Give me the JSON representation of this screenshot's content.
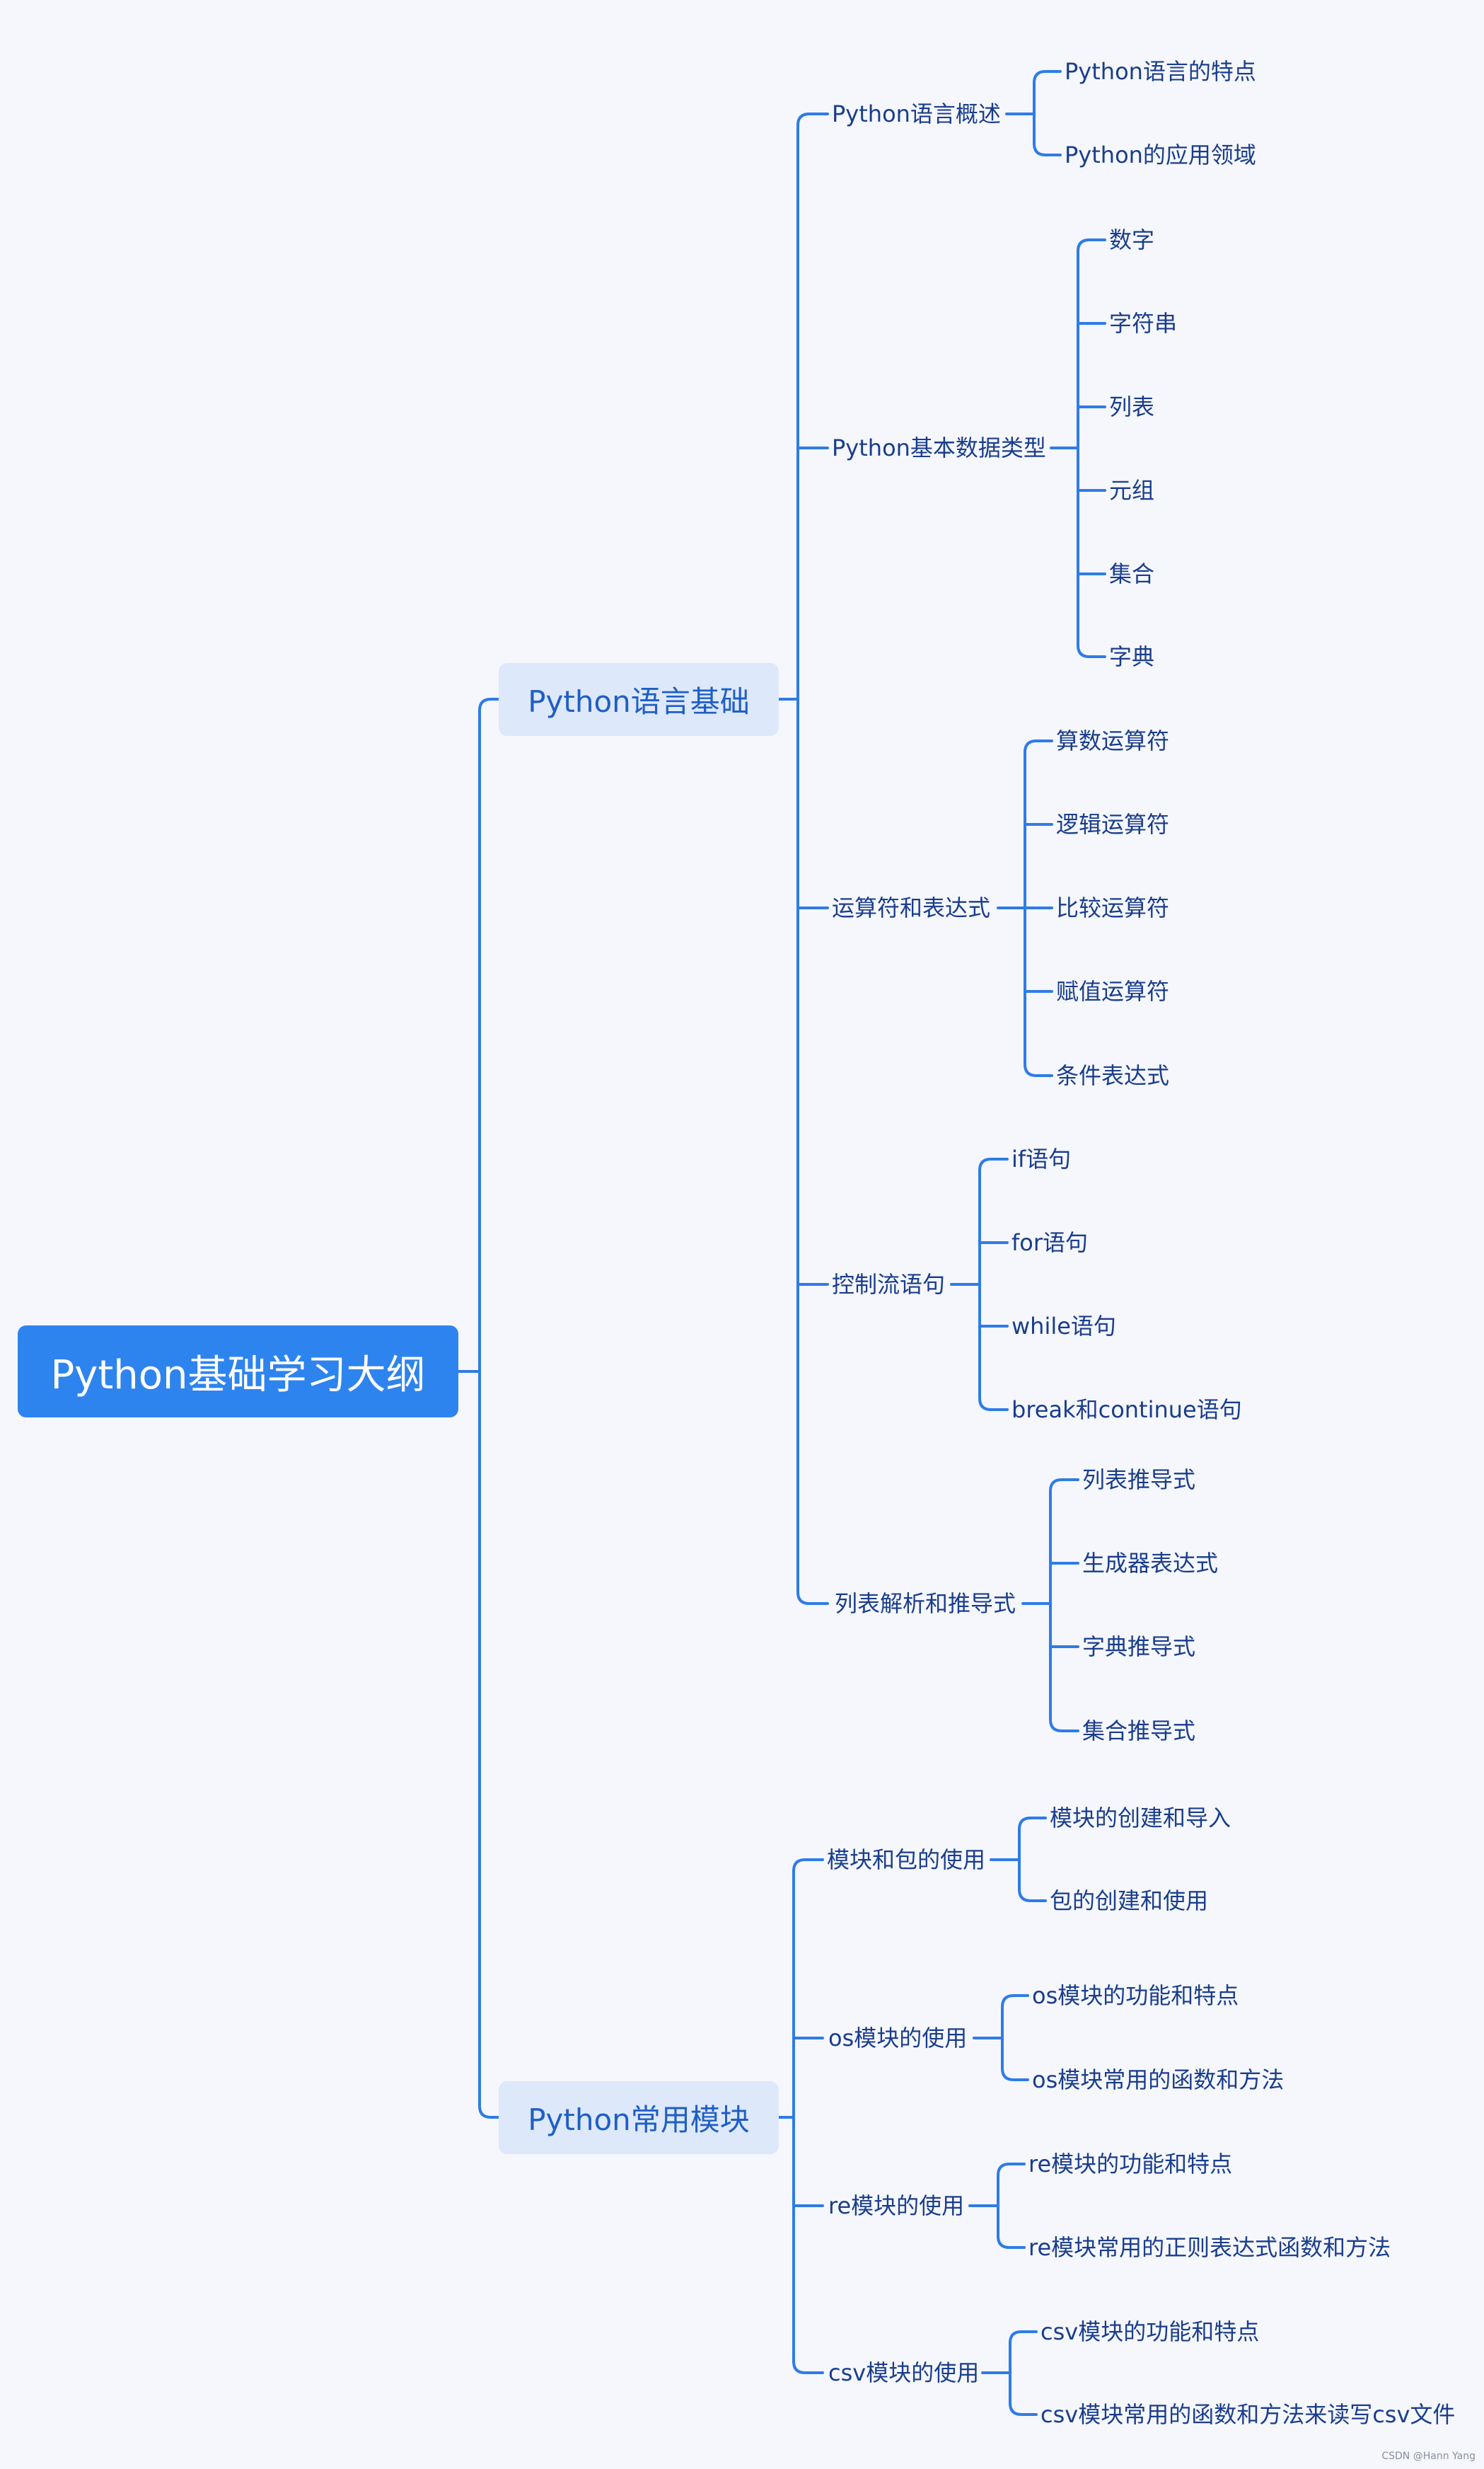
{
  "root": {
    "label": "Python基础学习大纲"
  },
  "colors": {
    "line": "#2e7ce6",
    "root_bg": "#2e84ee",
    "l1_bg": "#dde8fb"
  },
  "branches": [
    {
      "label": "Python语言基础",
      "children": [
        {
          "label": "Python语言概述",
          "children": [
            "Python语言的特点",
            "Python的应用领域"
          ]
        },
        {
          "label": "Python基本数据类型",
          "children": [
            "数字",
            "字符串",
            "列表",
            "元组",
            "集合",
            "字典"
          ]
        },
        {
          "label": "运算符和表达式",
          "children": [
            "算数运算符",
            "逻辑运算符",
            "比较运算符",
            "赋值运算符",
            "条件表达式"
          ]
        },
        {
          "label": "控制流语句",
          "children": [
            "if语句",
            "for语句",
            "while语句",
            "break和continue语句"
          ]
        },
        {
          "label": "列表解析和推导式",
          "children": [
            "列表推导式",
            "生成器表达式",
            "字典推导式",
            "集合推导式"
          ]
        }
      ]
    },
    {
      "label": "Python常用模块",
      "children": [
        {
          "label": "模块和包的使用",
          "children": [
            "模块的创建和导入",
            "包的创建和使用"
          ]
        },
        {
          "label": "os模块的使用",
          "children": [
            "os模块的功能和特点",
            "os模块常用的函数和方法"
          ]
        },
        {
          "label": "re模块的使用",
          "children": [
            "re模块的功能和特点",
            "re模块常用的正则表达式函数和方法"
          ]
        },
        {
          "label": "csv模块的使用",
          "children": [
            "csv模块的功能和特点",
            "csv模块常用的函数和方法来读写csv文件"
          ]
        }
      ]
    }
  ],
  "watermark": "CSDN @Hann Yang"
}
